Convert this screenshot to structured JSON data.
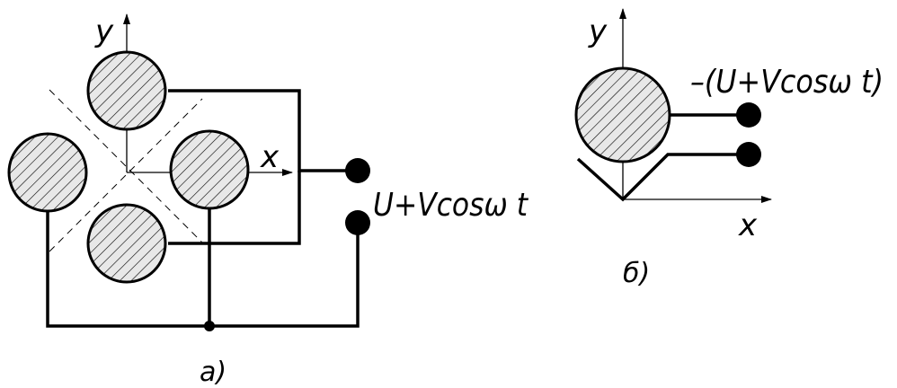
{
  "figure_a": {
    "axis_y_label": "y",
    "axis_x_label": "x",
    "voltage_label": "U+Vcosω t",
    "caption": "a)"
  },
  "figure_b": {
    "axis_y_label": "y",
    "axis_x_label": "x",
    "voltage_label": "–(U+Vcosω t)",
    "caption": "б)"
  },
  "colors": {
    "rod_fill": "#e8e8e8",
    "line": "#000000",
    "background": "#ffffff"
  }
}
